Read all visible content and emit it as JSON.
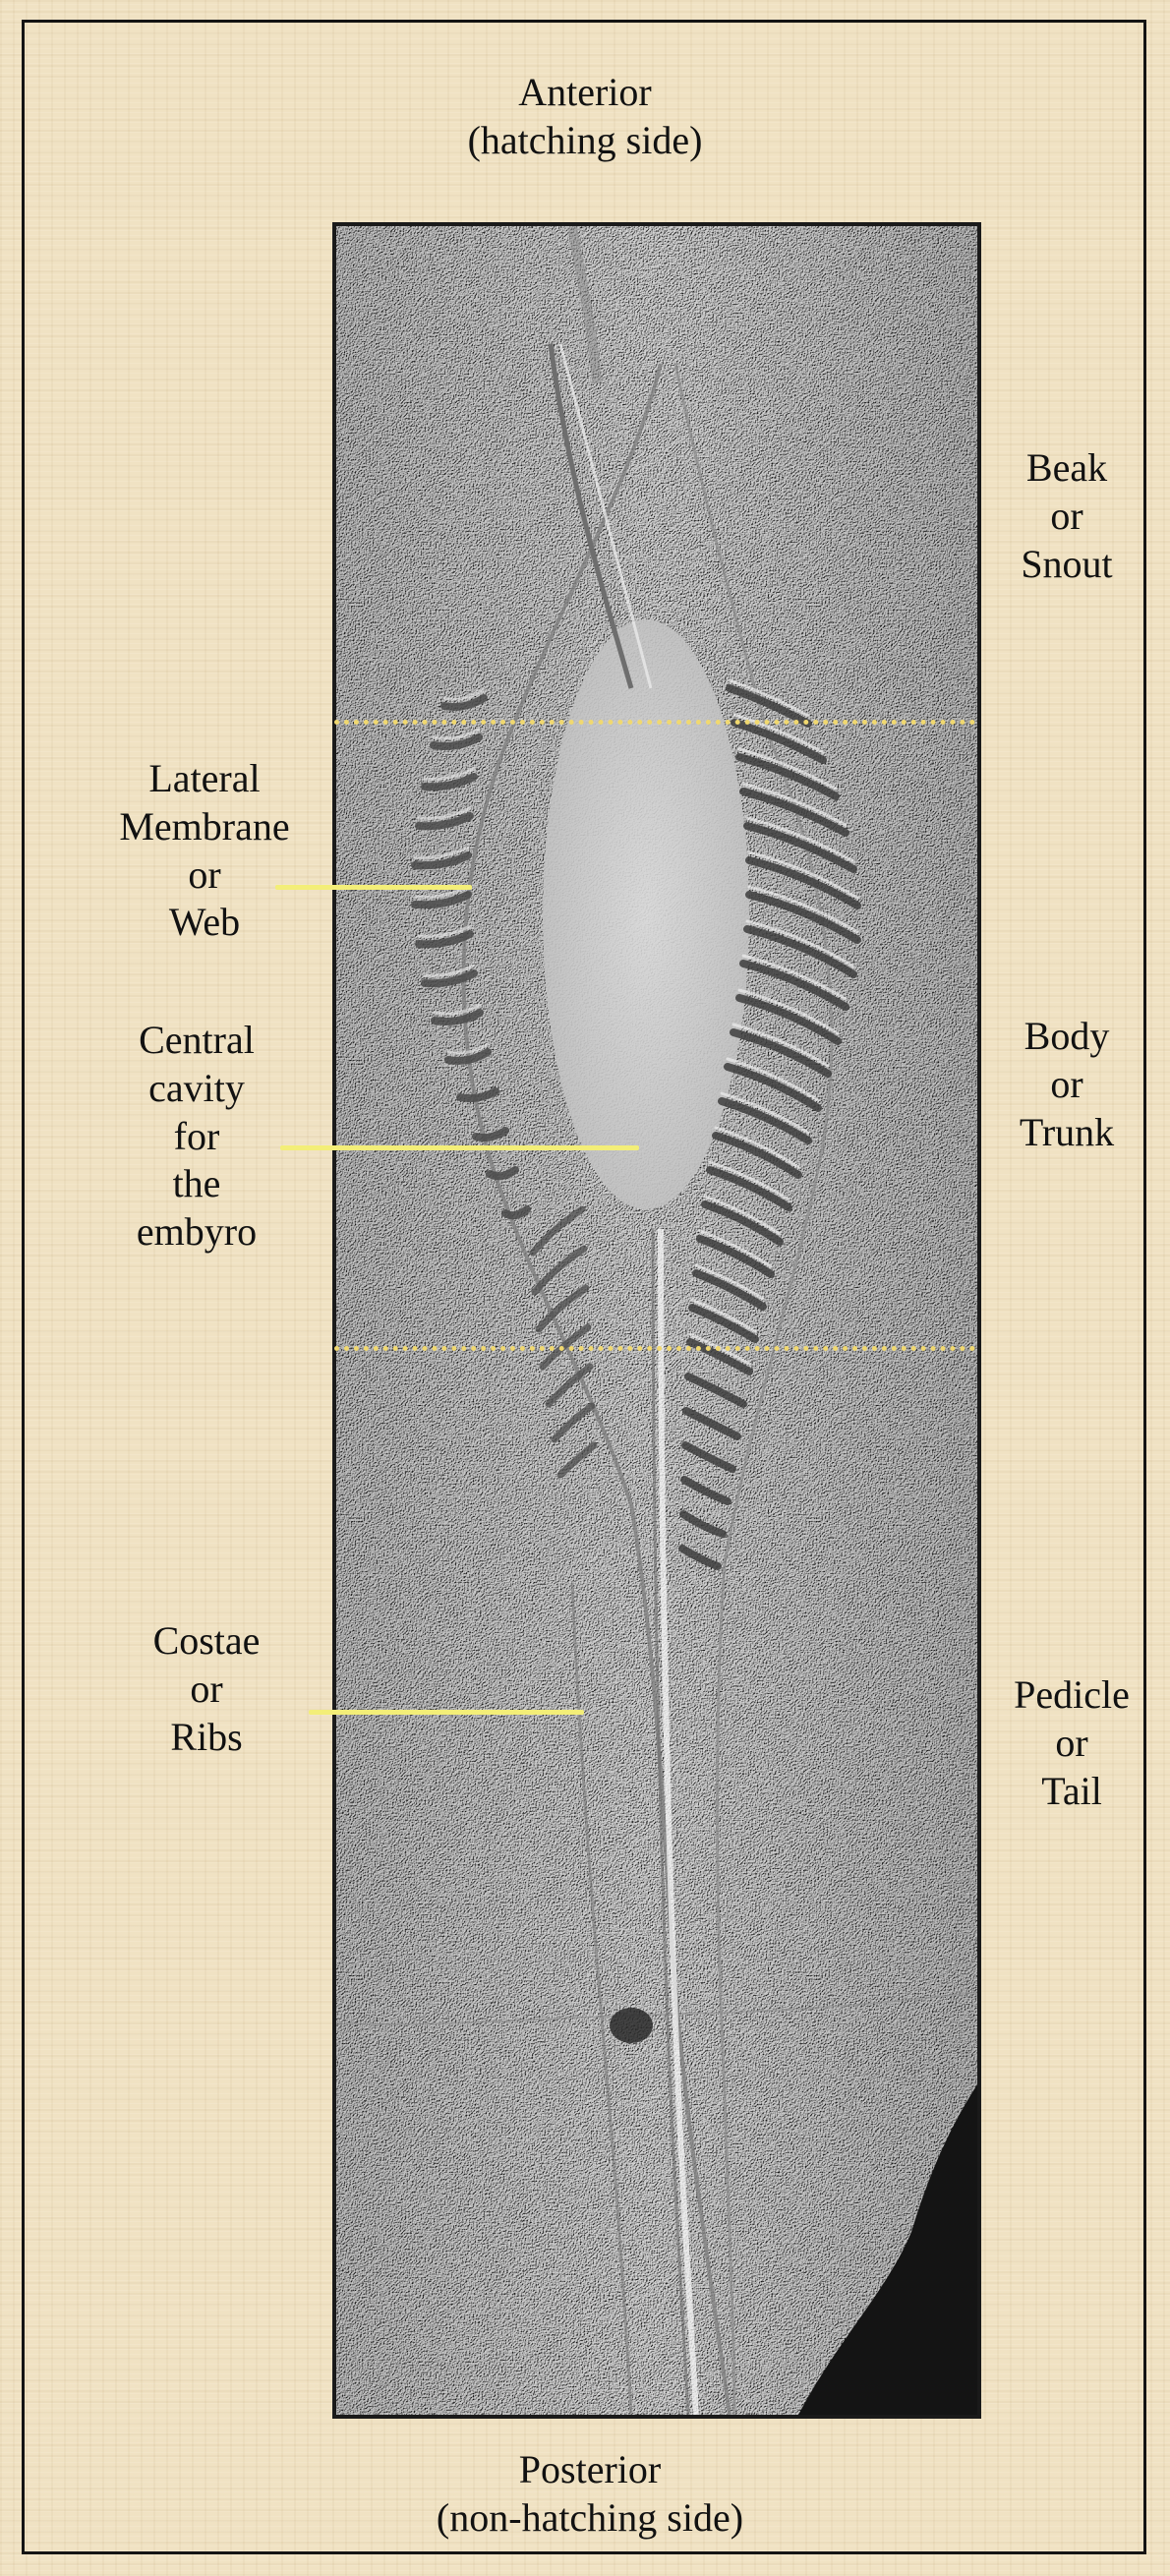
{
  "labels": {
    "anterior": {
      "line1": "Anterior",
      "line2": "(hatching side)"
    },
    "posterior": {
      "line1": "Posterior",
      "line2": "(non-hatching side)"
    },
    "beak": {
      "line1": "Beak",
      "line2": "or",
      "line3": "Snout"
    },
    "body": {
      "line1": "Body",
      "line2": "or",
      "line3": "Trunk"
    },
    "pedicle": {
      "line1": "Pedicle",
      "line2": "or",
      "line3": "Tail"
    },
    "lateral_membrane": {
      "line1": "Lateral",
      "line2": "Membrane",
      "line3": "or",
      "line4": "Web"
    },
    "central_cavity": {
      "line1": "Central",
      "line2": "cavity",
      "line3": "for",
      "line4": "the",
      "line5": "embyro"
    },
    "costae": {
      "line1": "Costae",
      "line2": "or",
      "line3": "Ribs"
    }
  },
  "colors": {
    "background": "#f0e2c3",
    "frame": "#141414",
    "pointer_line": "#f3ee78",
    "divider_dots": "#f0d870",
    "fossil_stone": "#bcbcbc"
  }
}
